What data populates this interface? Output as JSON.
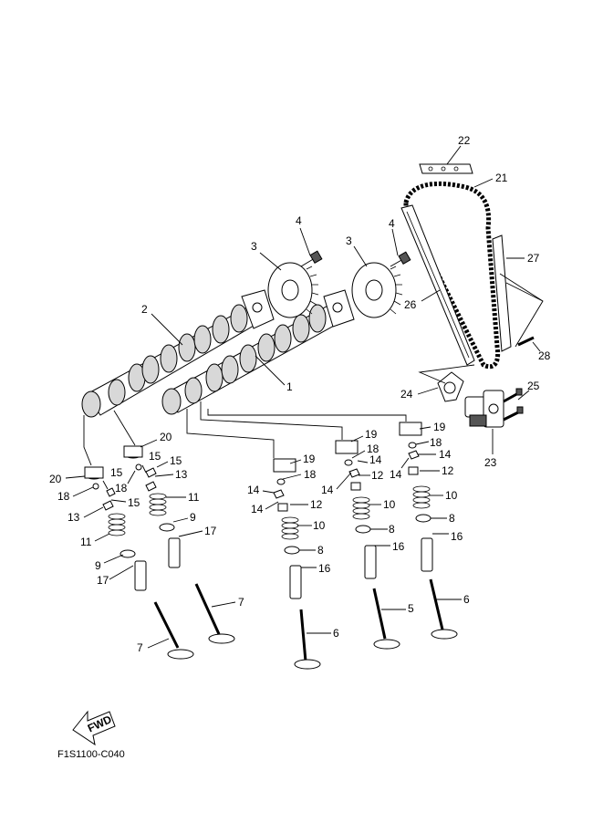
{
  "labels": {
    "p1": "1",
    "p2": "2",
    "p3a": "3",
    "p3b": "3",
    "p4a": "4",
    "p4b": "4",
    "p5": "5",
    "p6a": "6",
    "p6b": "6",
    "p7a": "7",
    "p7b": "7",
    "p8a": "8",
    "p8b": "8",
    "p8c": "8",
    "p9a": "9",
    "p9b": "9",
    "p10a": "10",
    "p10b": "10",
    "p10c": "10",
    "p11a": "11",
    "p11b": "11",
    "p12a": "12",
    "p12b": "12",
    "p12c": "12",
    "p13a": "13",
    "p13b": "13",
    "p14a": "14",
    "p14b": "14",
    "p14c": "14",
    "p14d": "14",
    "p14e": "14",
    "p14f": "14",
    "p15a": "15",
    "p15b": "15",
    "p15c": "15",
    "p15d": "15",
    "p16a": "16",
    "p16b": "16",
    "p16c": "16",
    "p17a": "17",
    "p17b": "17",
    "p18a": "18",
    "p18b": "18",
    "p18c": "18",
    "p18d": "18",
    "p18e": "18",
    "p19a": "19",
    "p19b": "19",
    "p19c": "19",
    "p20a": "20",
    "p20b": "20",
    "p21": "21",
    "p22": "22",
    "p23": "23",
    "p24": "24",
    "p25": "25",
    "p26": "26",
    "p27": "27",
    "p28": "28"
  },
  "fwd_text": "FWD",
  "diagram_code": "F1S1100-C040"
}
